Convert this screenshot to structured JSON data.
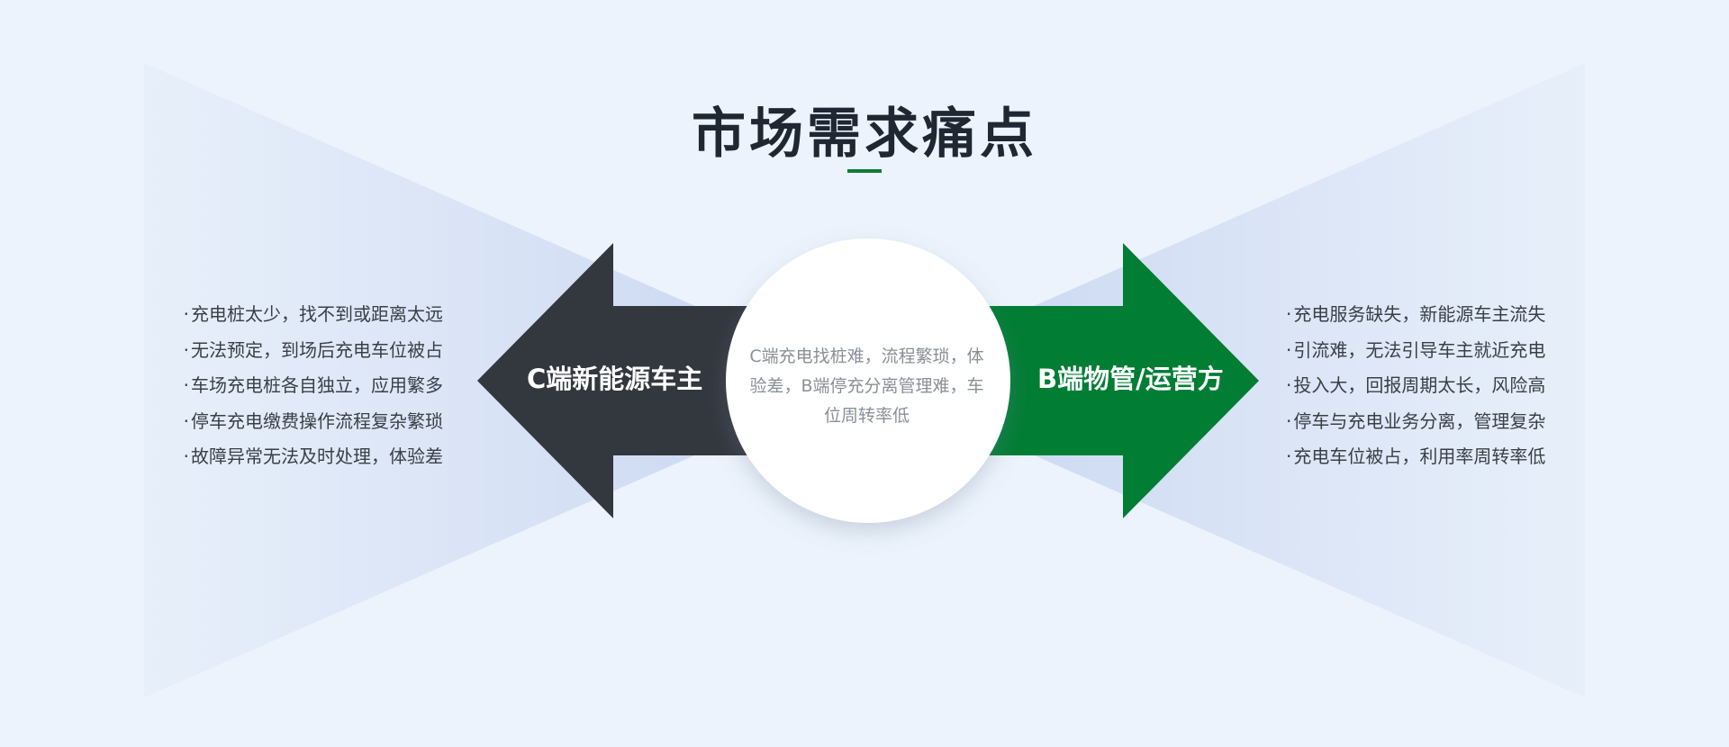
{
  "title": "市场需求痛点",
  "center": {
    "text": "C端充电找桩难，流程繁琐，体验差，B端停充分离管理难，车位周转率低"
  },
  "left_arrow": {
    "label": "C端新能源车主",
    "color": "#33373e"
  },
  "right_arrow": {
    "label": "B端物管/运营方",
    "color": "#017d34"
  },
  "left_points": [
    "充电桩太少，找不到或距离太远",
    "无法预定，到场后充电车位被占",
    "车场充电桩各自独立，应用繁多",
    "停车充电缴费操作流程复杂繁琐",
    "故障异常无法及时处理，体验差"
  ],
  "right_points": [
    "充电服务缺失，新能源车主流失",
    "引流难，无法引导车主就近充电",
    "投入大，回报周期太长，风险高",
    "停车与充电业务分离，管理复杂",
    "充电车位被占，利用率周转率低"
  ],
  "colors": {
    "accent_green": "#0f7b38",
    "title": "#1f2733",
    "background": "#ecf3fc"
  }
}
